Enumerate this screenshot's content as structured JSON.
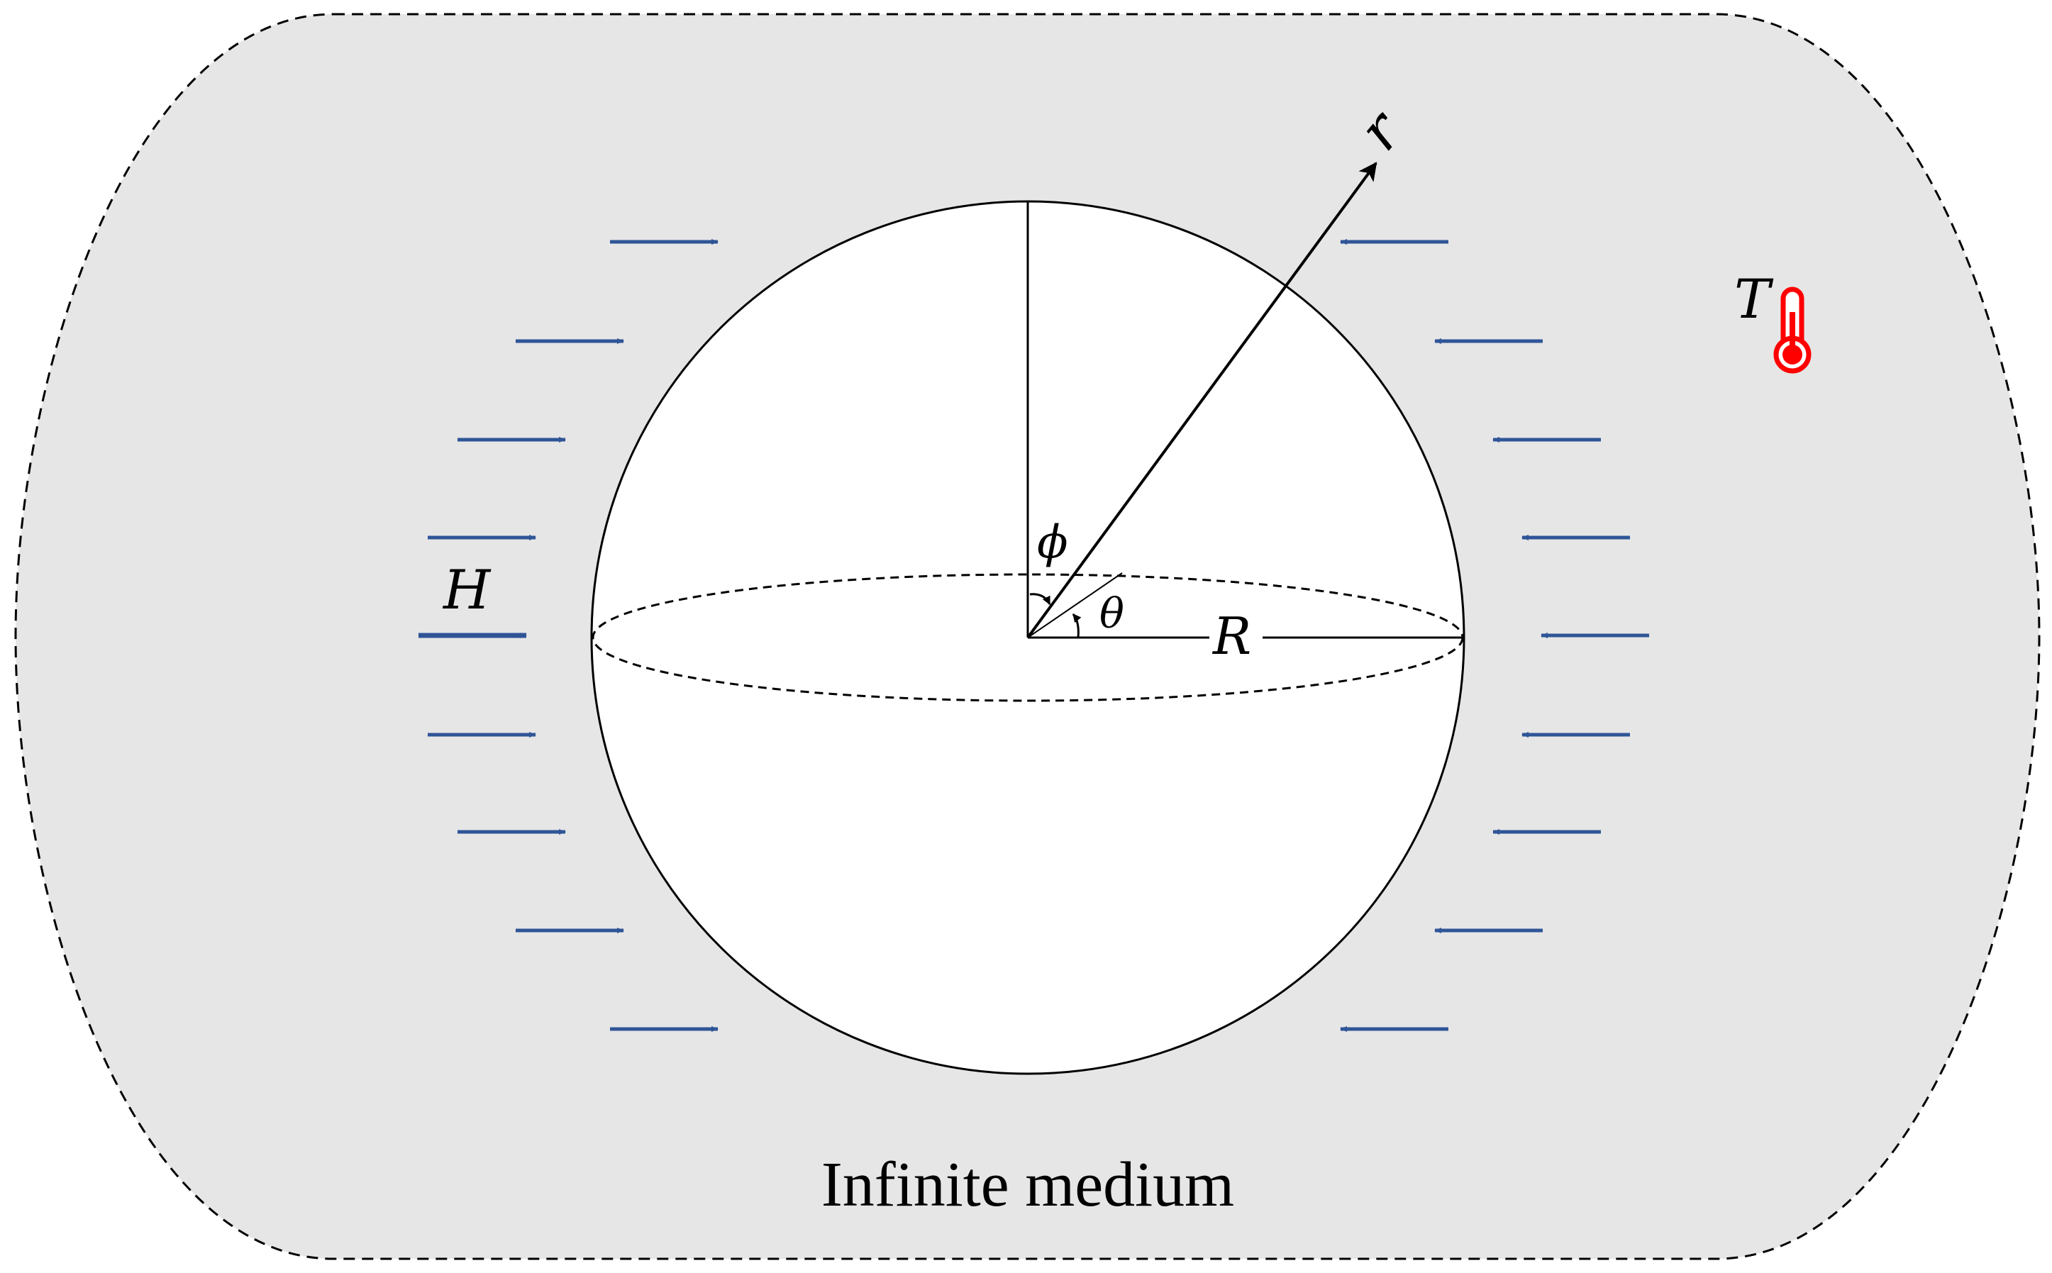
{
  "labels": {
    "field": "H",
    "temperature": "T",
    "radial": "r",
    "polar_angle": "ϕ",
    "azimuth_angle": "θ",
    "radius": "R",
    "medium": "Infinite medium"
  },
  "colors": {
    "medium_fill": "#e6e6e6",
    "sphere_fill": "#ffffff",
    "line": "#000000",
    "field_arrow": "#2f5597",
    "thermometer": "#ff0000"
  },
  "icons": {
    "thermometer": "thermometer-icon"
  }
}
